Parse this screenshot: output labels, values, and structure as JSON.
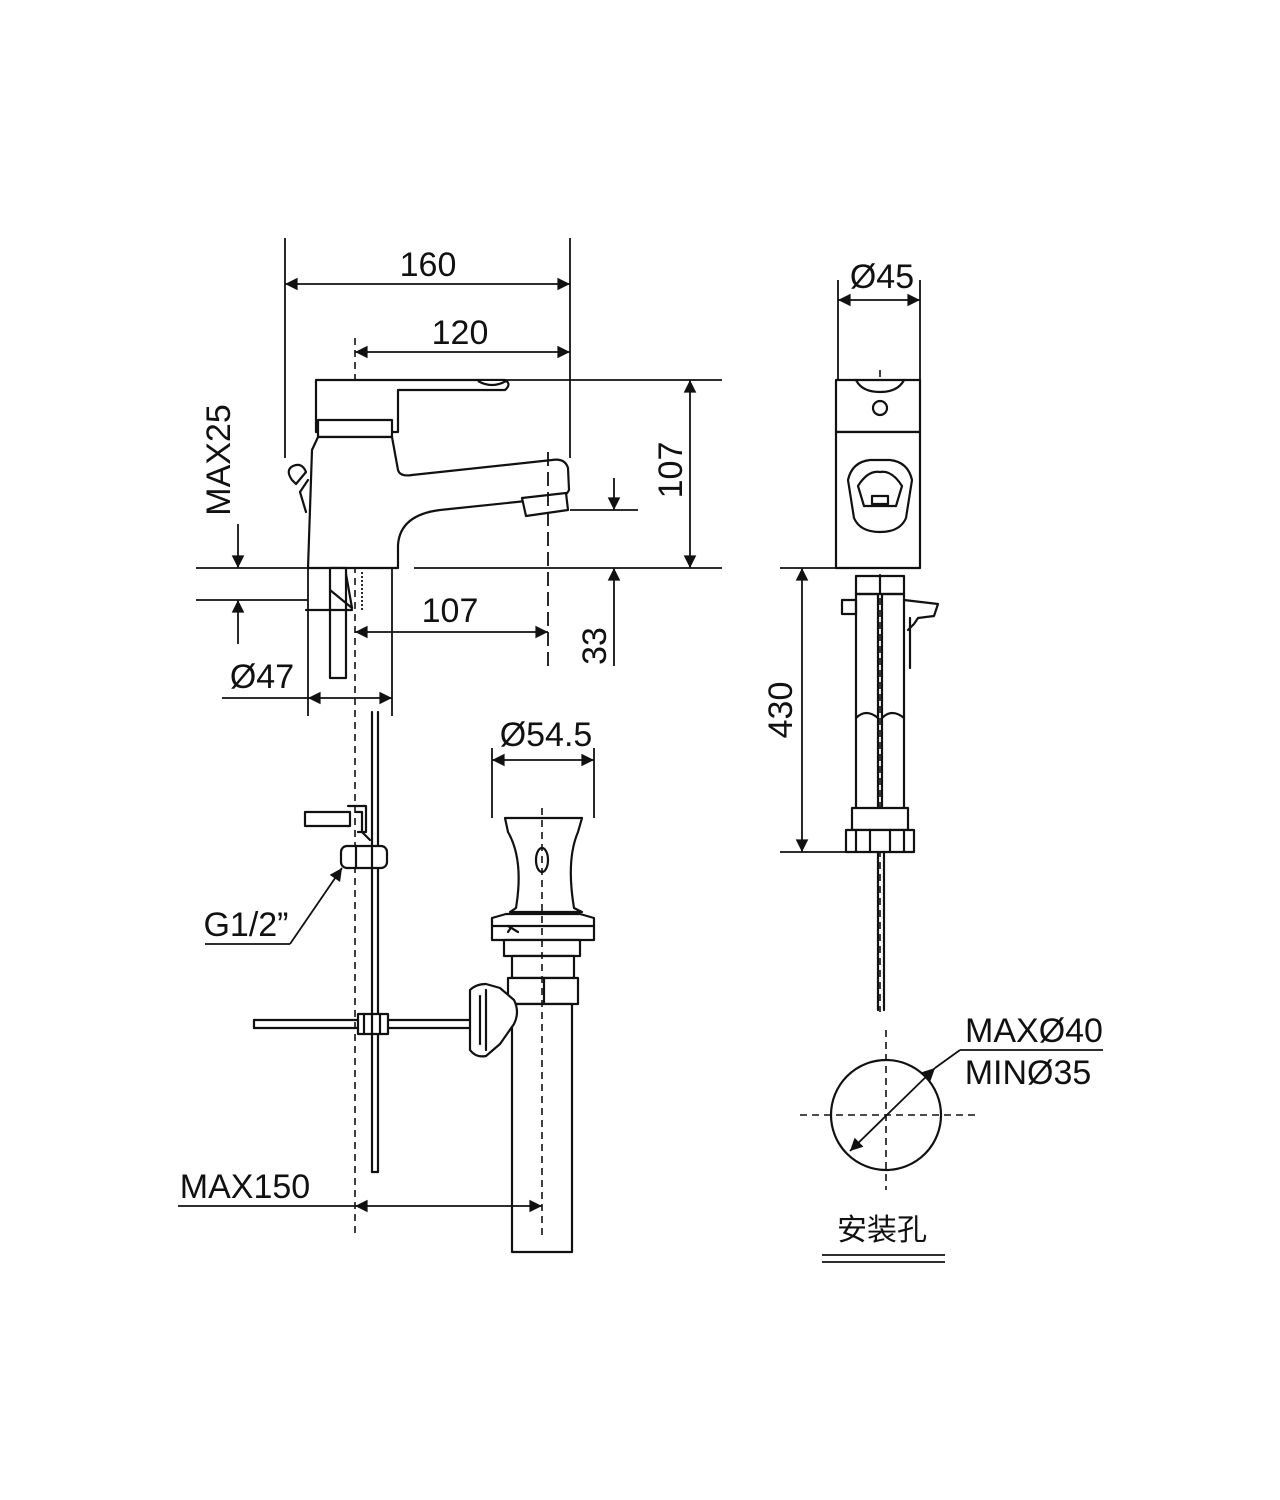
{
  "dimensions": {
    "overall_length": "160",
    "spout_reach": "120",
    "height": "107",
    "outlet_reach": "107",
    "outlet_height": "33",
    "max_deck": "MAX25",
    "base_diameter": "Ø47",
    "waste_diameter": "Ø54.5",
    "thread": "G1/2”",
    "max_offset": "MAX150",
    "head_diameter": "Ø45",
    "hose_length": "430",
    "hole_max": "MAXØ40",
    "hole_min": "MINØ35"
  },
  "labels": {
    "install_hole": "安装孔"
  }
}
